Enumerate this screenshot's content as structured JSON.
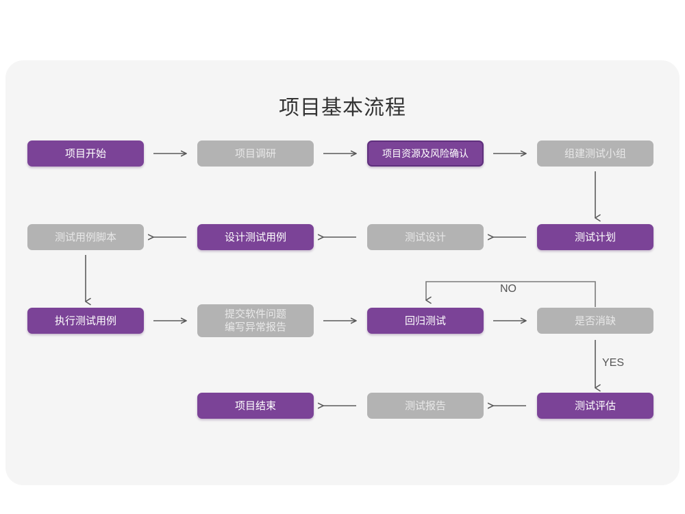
{
  "title": "项目基本流程",
  "colors": {
    "purple": "#7b4397",
    "purple_border": "#5f2f7d",
    "gray": "#b3b3b3",
    "gray_text": "#e8e8e8",
    "panel_bg": "#f5f5f5",
    "page_bg": "#ffffff",
    "arrow": "#595959",
    "title_text": "#333333"
  },
  "nodes": [
    {
      "id": "n1",
      "label": "项目开始",
      "style": "purple",
      "row": 1,
      "col": 1
    },
    {
      "id": "n2",
      "label": "项目调研",
      "style": "gray",
      "row": 1,
      "col": 2
    },
    {
      "id": "n3",
      "label": "项目资源及风险确认",
      "style": "purple-bordered",
      "row": 1,
      "col": 3
    },
    {
      "id": "n4",
      "label": "组建测试小组",
      "style": "gray",
      "row": 1,
      "col": 4
    },
    {
      "id": "n5",
      "label": "测试用例脚本",
      "style": "gray",
      "row": 2,
      "col": 1
    },
    {
      "id": "n6",
      "label": "设计测试用例",
      "style": "purple",
      "row": 2,
      "col": 2
    },
    {
      "id": "n7",
      "label": "测试设计",
      "style": "gray",
      "row": 2,
      "col": 3
    },
    {
      "id": "n8",
      "label": "测试计划",
      "style": "purple",
      "row": 2,
      "col": 4
    },
    {
      "id": "n9",
      "label": "执行测试用例",
      "style": "purple",
      "row": 3,
      "col": 1
    },
    {
      "id": "n10",
      "label": "提交软件问题\n编写异常报告",
      "style": "gray",
      "row": 3,
      "col": 2
    },
    {
      "id": "n11",
      "label": "回归测试",
      "style": "purple",
      "row": 3,
      "col": 3
    },
    {
      "id": "n12",
      "label": "是否消缺",
      "style": "gray",
      "row": 3,
      "col": 4
    },
    {
      "id": "n13",
      "label": "项目结束",
      "style": "purple",
      "row": 4,
      "col": 2
    },
    {
      "id": "n14",
      "label": "测试报告",
      "style": "gray",
      "row": 4,
      "col": 3
    },
    {
      "id": "n15",
      "label": "测试评估",
      "style": "purple",
      "row": 4,
      "col": 4
    }
  ],
  "edges": [
    {
      "from": "n1",
      "to": "n2",
      "direction": "right",
      "label": ""
    },
    {
      "from": "n2",
      "to": "n3",
      "direction": "right",
      "label": ""
    },
    {
      "from": "n3",
      "to": "n4",
      "direction": "right",
      "label": ""
    },
    {
      "from": "n4",
      "to": "n8",
      "direction": "down",
      "label": ""
    },
    {
      "from": "n8",
      "to": "n7",
      "direction": "left",
      "label": ""
    },
    {
      "from": "n7",
      "to": "n6",
      "direction": "left",
      "label": ""
    },
    {
      "from": "n6",
      "to": "n5",
      "direction": "left",
      "label": ""
    },
    {
      "from": "n5",
      "to": "n9",
      "direction": "down",
      "label": ""
    },
    {
      "from": "n9",
      "to": "n10",
      "direction": "right",
      "label": ""
    },
    {
      "from": "n10",
      "to": "n11",
      "direction": "right",
      "label": ""
    },
    {
      "from": "n11",
      "to": "n12",
      "direction": "right",
      "label": ""
    },
    {
      "from": "n12",
      "to": "n11",
      "direction": "loop-up-left",
      "label": "NO"
    },
    {
      "from": "n12",
      "to": "n15",
      "direction": "down",
      "label": "YES"
    },
    {
      "from": "n15",
      "to": "n14",
      "direction": "left",
      "label": ""
    },
    {
      "from": "n14",
      "to": "n13",
      "direction": "left",
      "label": ""
    }
  ],
  "edge_labels": {
    "no": "NO",
    "yes": "YES"
  }
}
